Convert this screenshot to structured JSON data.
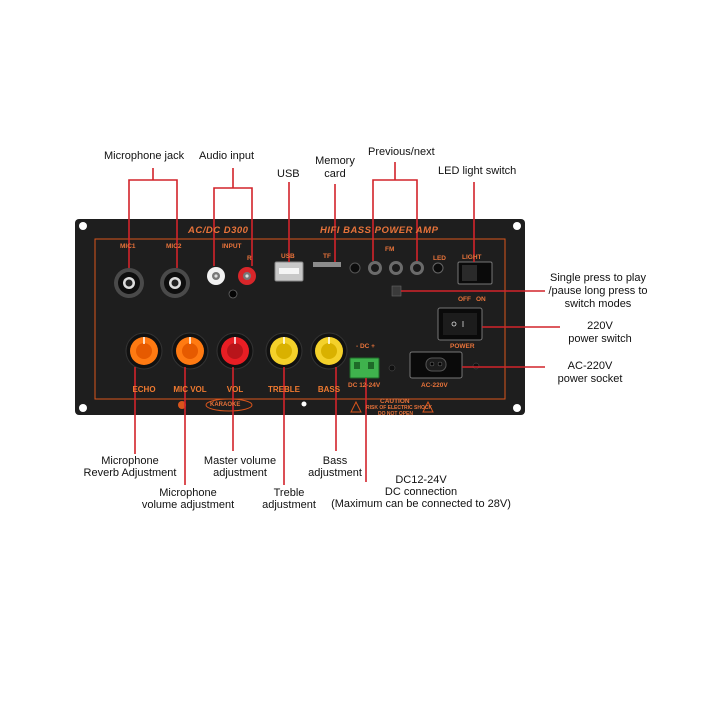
{
  "plate": {
    "model": "AC/DC D300",
    "title": "HIFI BASS POWER AMP",
    "mic1": "MIC1",
    "mic2": "MIC2",
    "input": "INPUT",
    "input_r": "R",
    "usb": "USB",
    "tf": "TF",
    "fm": "FM",
    "led": "LED",
    "light": "LIGHT",
    "off": "OFF",
    "on": "ON",
    "power": "POWER",
    "echo": "ECHO",
    "mic_vol": "MIC VOL",
    "vol": "VOL",
    "treble": "TREBLE",
    "bass": "BASS",
    "dc": "- DC +",
    "dc_range": "DC 12-24V",
    "ac": "AC-220V",
    "karaoke": "KARAOKE",
    "caution": "CAUTION",
    "caution_sub": "RISK OF ELECTRIC SHOCK",
    "caution_sub2": "DO NOT OPEN"
  },
  "callouts": {
    "mic_jack": "Microphone jack",
    "audio_input": "Audio input",
    "usb": "USB",
    "memory_card_1": "Memory",
    "memory_card_2": "card",
    "prev_next": "Previous/next",
    "led_switch": "LED light switch",
    "play_1": "Single press to play",
    "play_2": "/pause long press to",
    "play_3": "switch modes",
    "power_switch_1": "220V",
    "power_switch_2": "power switch",
    "ac_socket_1": "AC-220V",
    "ac_socket_2": "power socket",
    "reverb_1": "Microphone",
    "reverb_2": "Reverb Adjustment",
    "mic_vol_1": "Microphone",
    "mic_vol_2": "volume adjustment",
    "master_1": "Master volume",
    "master_2": "adjustment",
    "treble_1": "Treble",
    "treble_2": "adjustment",
    "bass_1": "Bass",
    "bass_2": "adjustment",
    "dc_1": "DC12-24V",
    "dc_2": "DC connection",
    "dc_3": "(Maximum can be connected to 28V)"
  }
}
